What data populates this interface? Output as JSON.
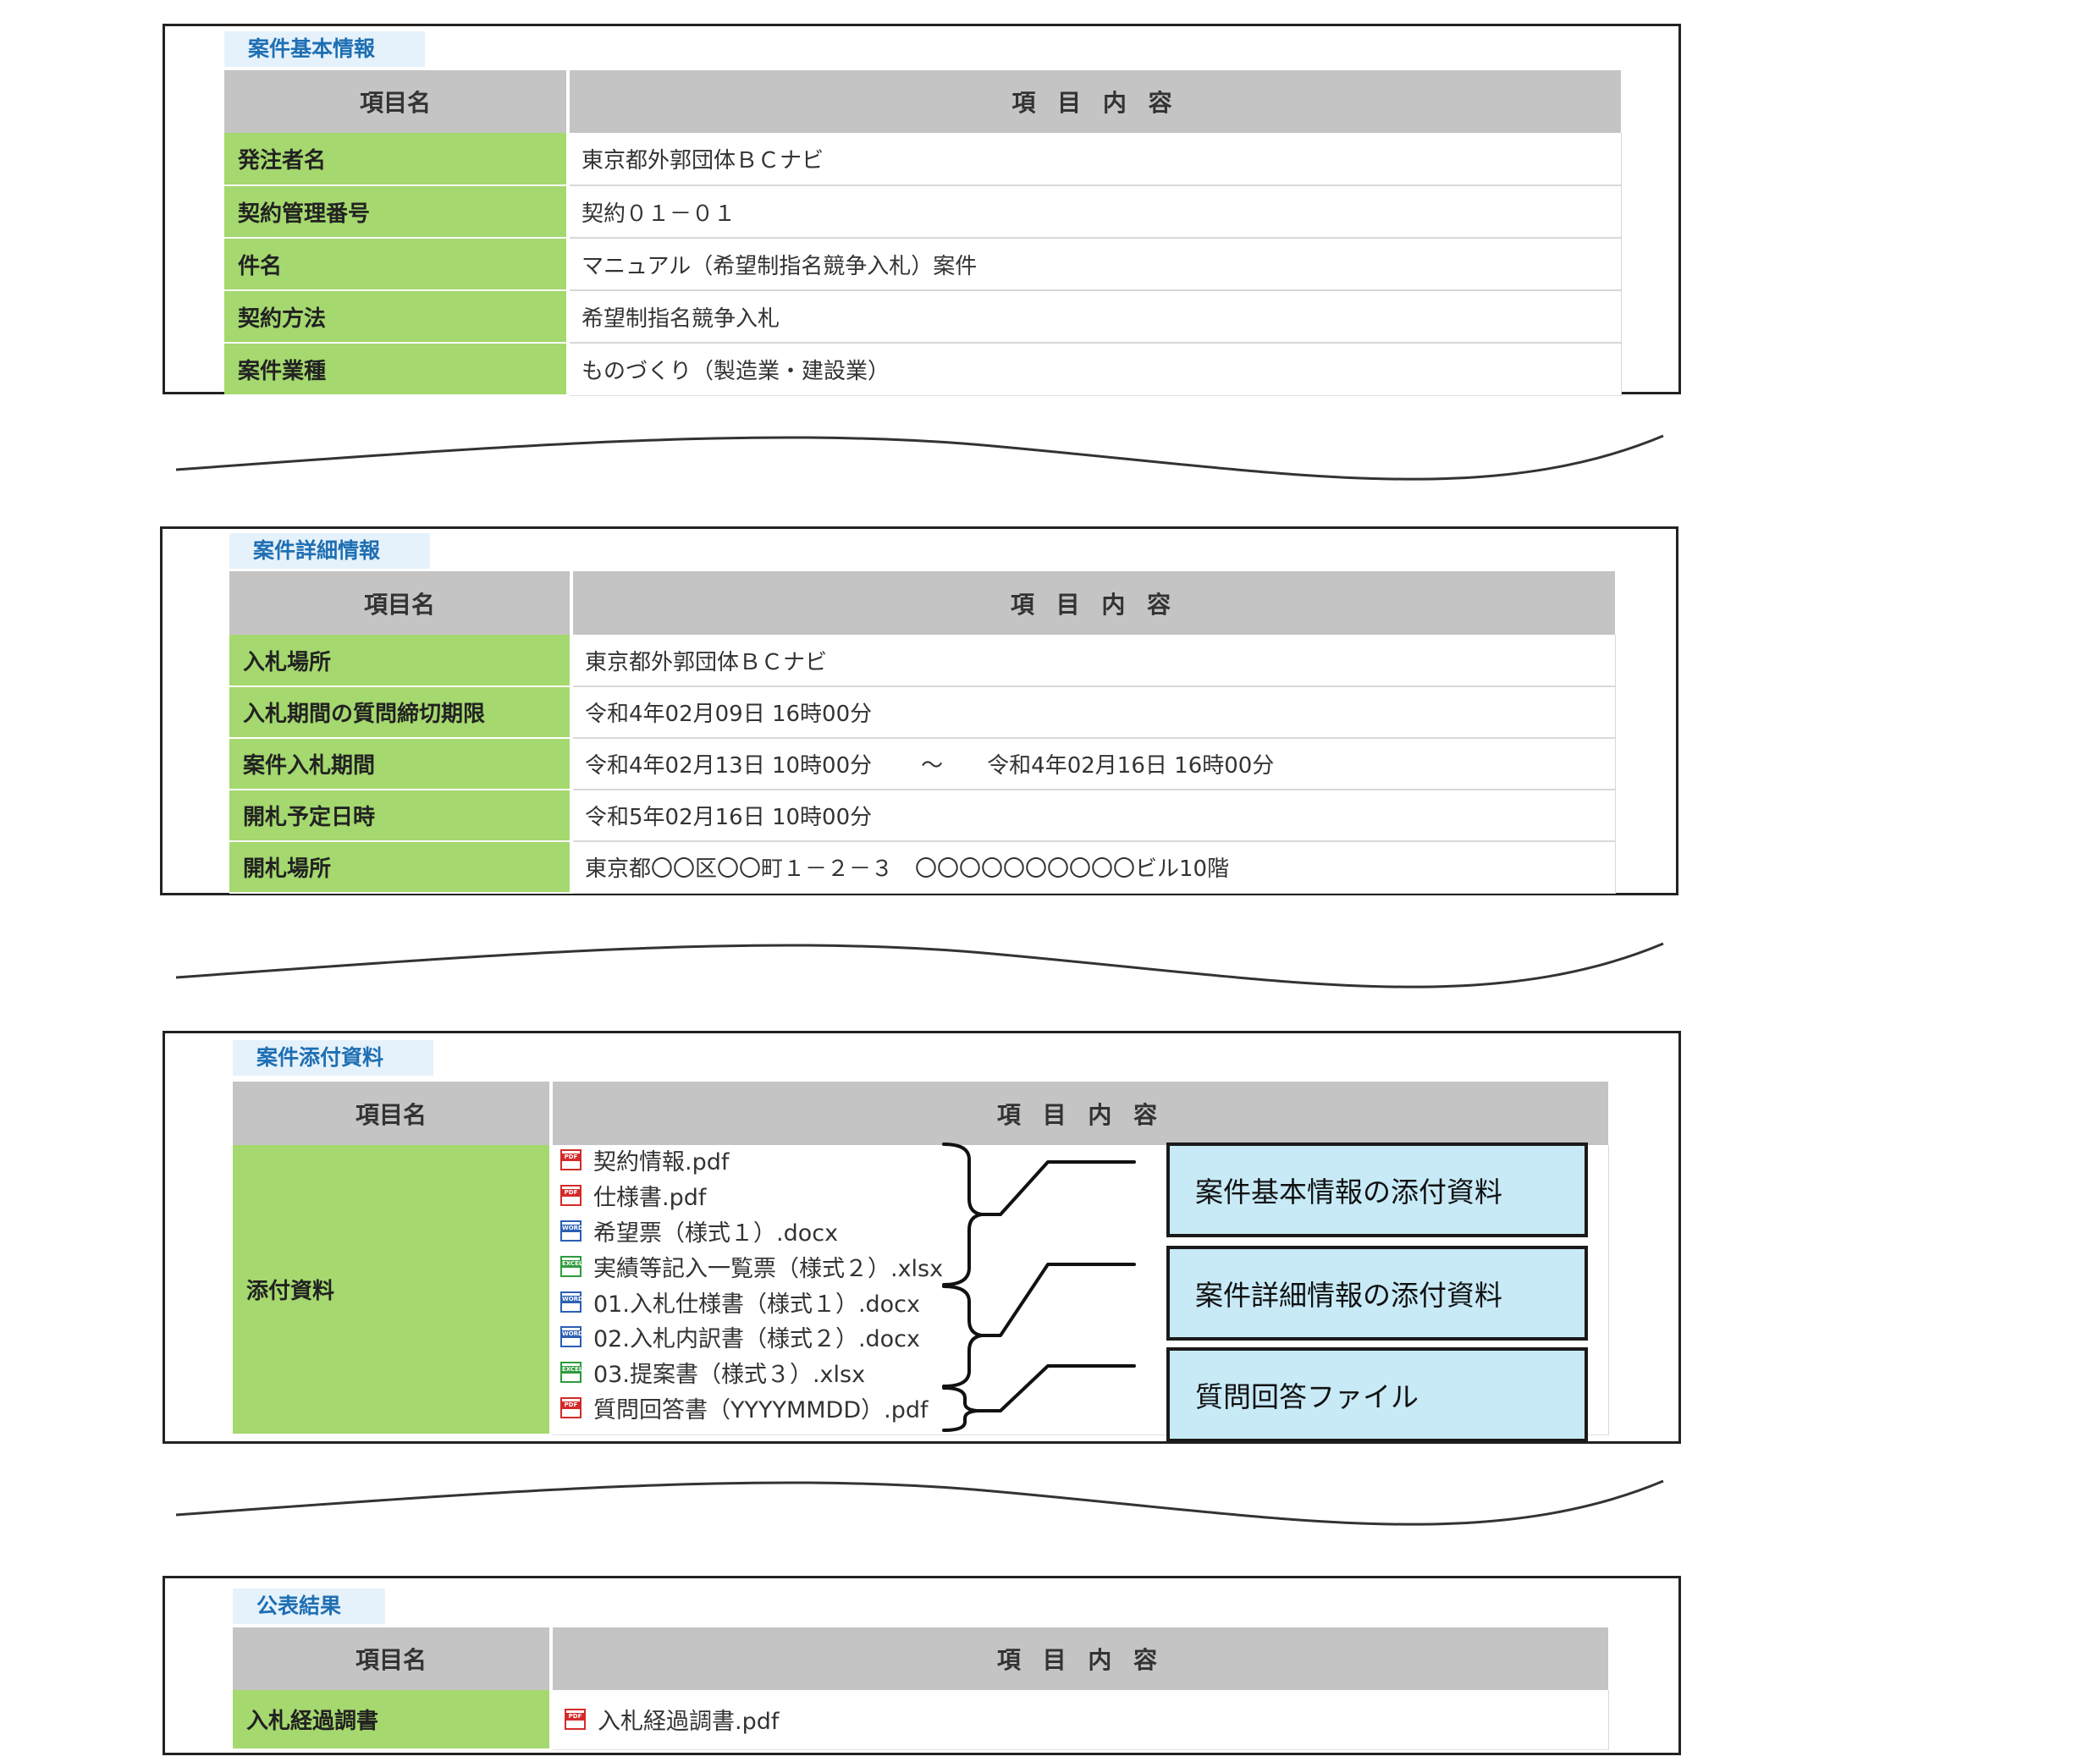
{
  "sections": {
    "basic": {
      "title": "案件基本情報",
      "header": {
        "item": "項目名",
        "content": "項 目 内 容"
      },
      "rows": [
        {
          "label": "発注者名",
          "value": "東京都外郭団体ＢＣナビ"
        },
        {
          "label": "契約管理番号",
          "value": "契約０１－０１"
        },
        {
          "label": "件名",
          "value": "マニュアル（希望制指名競争入札）案件"
        },
        {
          "label": "契約方法",
          "value": "希望制指名競争入札"
        },
        {
          "label": "案件業種",
          "value": "ものづくり（製造業・建設業）"
        }
      ]
    },
    "detail": {
      "title": "案件詳細情報",
      "header": {
        "item": "項目名",
        "content": "項 目 内 容"
      },
      "rows": [
        {
          "label": "入札場所",
          "value": "東京都外郭団体ＢＣナビ"
        },
        {
          "label": "入札期間の質問締切期限",
          "value": "令和4年02月09日 16時00分"
        },
        {
          "label": "案件入札期間",
          "value_start": "令和4年02月13日 10時00分",
          "separator": "～",
          "value_end": "令和4年02月16日 16時00分"
        },
        {
          "label": "開札予定日時",
          "value": "令和5年02月16日 10時00分"
        },
        {
          "label": "開札場所",
          "value": "東京都〇〇区〇〇町１－２－３　〇〇〇〇〇〇〇〇〇〇ビル10階"
        }
      ]
    },
    "attachments": {
      "title": "案件添付資料",
      "header": {
        "item": "項目名",
        "content": "項 目 内 容"
      },
      "label": "添付資料",
      "files": [
        {
          "name": "契約情報.pdf",
          "icon": "pdf-file-icon",
          "badge": "PDF"
        },
        {
          "name": "仕様書.pdf",
          "icon": "pdf-file-icon",
          "badge": "PDF"
        },
        {
          "name": "希望票（様式１）.docx",
          "icon": "word-file-icon",
          "badge": "WORD"
        },
        {
          "name": "実績等記入一覧票（様式２）.xlsx",
          "icon": "excel-file-icon",
          "badge": "EXCEL"
        },
        {
          "name": "01.入札仕様書（様式１）.docx",
          "icon": "word-file-icon",
          "badge": "WORD"
        },
        {
          "name": "02.入札内訳書（様式２）.docx",
          "icon": "word-file-icon",
          "badge": "WORD"
        },
        {
          "name": "03.提案書（様式３）.xlsx",
          "icon": "excel-file-icon",
          "badge": "EXCEL"
        },
        {
          "name": "質問回答書（YYYYMMDD）.pdf",
          "icon": "pdf-file-icon",
          "badge": "PDF"
        }
      ],
      "callouts": [
        "案件基本情報の添付資料",
        "案件詳細情報の添付資料",
        "質問回答ファイル"
      ]
    },
    "results": {
      "title": "公表結果",
      "header": {
        "item": "項目名",
        "content": "項 目 内 容"
      },
      "label": "入札経過調書",
      "file": {
        "name": "入札経過調書.pdf",
        "icon": "pdf-file-icon",
        "badge": "PDF"
      }
    }
  },
  "colors": {
    "label_bg": "#a5d86e",
    "header_bg": "#c4c4c4",
    "title_bg": "#e6f2fb",
    "title_text": "#1f6fb3",
    "callout_bg": "#c7eaf6"
  }
}
